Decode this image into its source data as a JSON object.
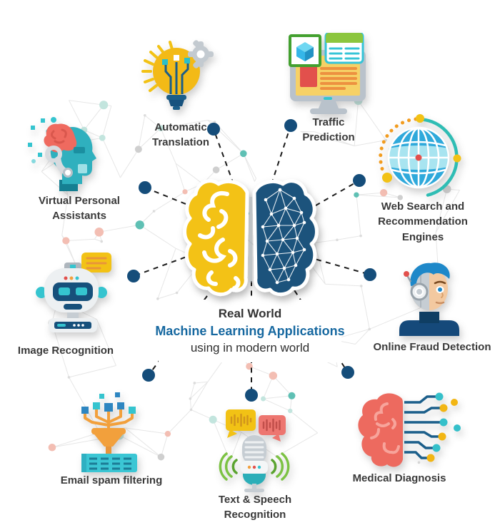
{
  "diagram_title": {
    "line1": "Real World",
    "line2": "Machine Learning Applications",
    "line3": "using in modern world",
    "accent_color": "#1668a0",
    "text_color": "#333333"
  },
  "nodes": [
    {
      "id": "automatic-translation",
      "icon": "lightbulb-gear-icon",
      "label_lines": [
        "Automatic",
        "Translation"
      ]
    },
    {
      "id": "traffic-prediction",
      "icon": "monitor-analytics-icon",
      "label_lines": [
        "Traffic",
        "Prediction"
      ]
    },
    {
      "id": "virtual-personal-assistants",
      "icon": "ai-head-profile-icon",
      "label_lines": [
        "Virtual Personal",
        "Assistants"
      ]
    },
    {
      "id": "web-search-recommendation",
      "icon": "globe-orbit-icon",
      "label_lines": [
        "Web Search and",
        "Recommendation Engines"
      ]
    },
    {
      "id": "image-recognition",
      "icon": "robot-head-icon",
      "label_lines": [
        "Image Recognition"
      ]
    },
    {
      "id": "online-fraud-detection",
      "icon": "cyborg-face-icon",
      "label_lines": [
        "Online Fraud Detection"
      ]
    },
    {
      "id": "email-spam-filtering",
      "icon": "funnel-mail-icon",
      "label_lines": [
        "Email spam filtering"
      ]
    },
    {
      "id": "text-speech-recognition",
      "icon": "microphone-icon",
      "label_lines": [
        "Text & Speech Recognition"
      ]
    },
    {
      "id": "medical-diagnosis",
      "icon": "brain-circuit-icon",
      "label_lines": [
        "Medical Diagnosis"
      ]
    }
  ],
  "connector": {
    "dot_color": "#154d7a",
    "line_color": "#1c1c1c"
  },
  "brain": {
    "left_color": "#f3c212",
    "right_color": "#1a527b"
  },
  "background": {
    "palette": [
      "#f3beb3",
      "#f3beb3",
      "#c3e5de",
      "#cfcfcf",
      "#cfcfcf",
      "#5fc0b4",
      "#f3beb3",
      "#c3e5de"
    ],
    "line_color": "#e6e6e6"
  }
}
